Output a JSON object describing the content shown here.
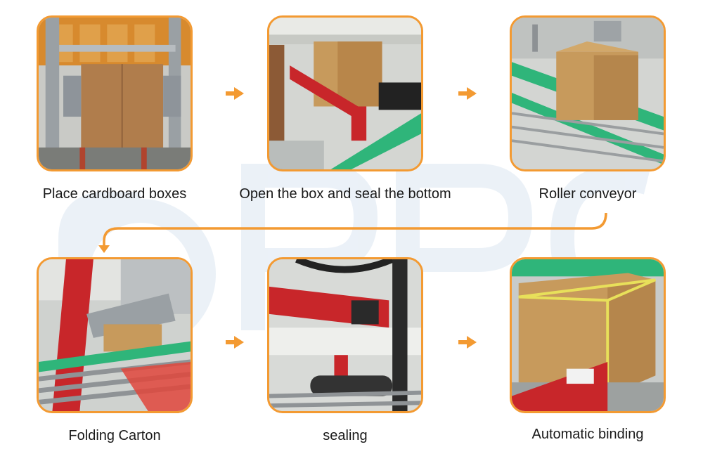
{
  "steps": [
    {
      "label": "Place cardboard boxes"
    },
    {
      "label": "Open the box and seal the bottom"
    },
    {
      "label": "Roller conveyor"
    },
    {
      "label": "Folding Carton"
    },
    {
      "label": "sealing"
    },
    {
      "label": "Automatic binding"
    }
  ],
  "colors": {
    "accent": "#f39a32",
    "watermark": "#dbe6f2"
  },
  "icons": {
    "step_arrow": "arrow-right-icon",
    "return_arrow": "arrow-down-icon"
  }
}
